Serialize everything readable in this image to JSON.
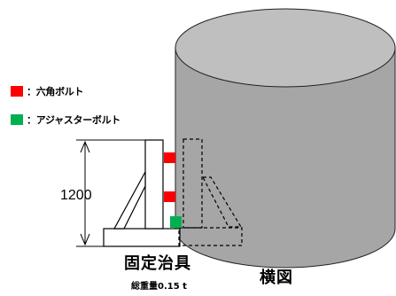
{
  "legend": {
    "items": [
      {
        "color": "#ff0000",
        "label": "：六角ボルト"
      },
      {
        "color": "#00b050",
        "label": "：アジャスターボルト"
      }
    ]
  },
  "dimension": {
    "height_label": "1200"
  },
  "fixture": {
    "title": "固定治具",
    "weight": "総重量0.15 t"
  },
  "view": {
    "title": "横図"
  },
  "colors": {
    "tank_body": "#a6a6a6",
    "tank_top": "#bfbfbf",
    "fixture_outline": "#000000",
    "hex_bolt": "#ff0000",
    "adjuster_bolt": "#00b050"
  }
}
